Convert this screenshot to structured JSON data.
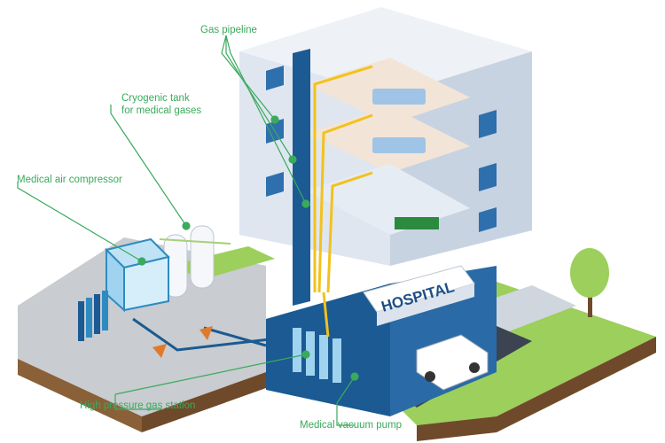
{
  "labels": {
    "gas_pipeline": "Gas pipeline",
    "cryogenic_tank_line1": "Cryogenic tank",
    "cryogenic_tank_line2": "for medical gases",
    "air_compressor": "Medical air compressor",
    "gas_station": "High pressure gas station",
    "vacuum_pump": "Medical vacuum pump"
  },
  "sign": {
    "hospital": "HOSPITAL"
  },
  "colors": {
    "label_green": "#3aaa5c",
    "pipe_yellow": "#f2c21b",
    "structure_blue": "#1b5a92",
    "building_light": "#dfe6f0",
    "grass": "#9ccf5c",
    "soil": "#8a6038"
  }
}
